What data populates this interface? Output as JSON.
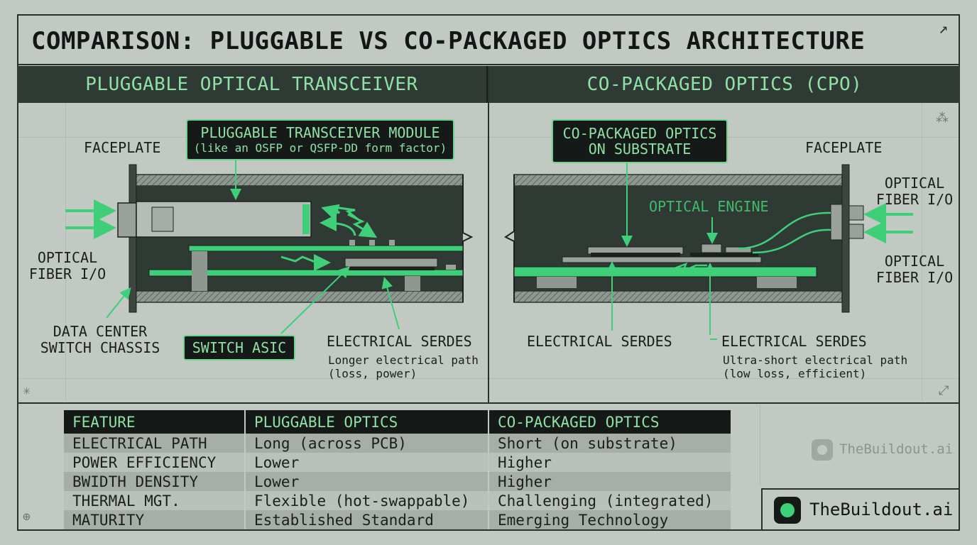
{
  "title": "COMPARISON: PLUGGABLE VS CO-PACKAGED OPTICS ARCHITECTURE",
  "left_panel": {
    "header": "PLUGGABLE OPTICAL TRANSCEIVER",
    "faceplate": "FACEPLATE",
    "module_callout_line1": "PLUGGABLE TRANSCEIVER MODULE",
    "module_callout_line2": "(like an OSFP or QSFP-DD form factor)",
    "fiber_line1": "OPTICAL",
    "fiber_line2": "FIBER I/O",
    "chassis_line1": "DATA CENTER",
    "chassis_line2": "SWITCH CHASSIS",
    "asic": "SWITCH ASIC",
    "serdes": "ELECTRICAL SERDES",
    "serdes_note_line1": "Longer electrical path",
    "serdes_note_line2": "(loss, power)"
  },
  "right_panel": {
    "header": "CO-PACKAGED OPTICS (CPO)",
    "cpo_callout_line1": "CO-PACKAGED OPTICS",
    "cpo_callout_line2": "ON SUBSTRATE",
    "faceplate": "FACEPLATE",
    "engine": "OPTICAL ENGINE",
    "fiber_top_line1": "OPTICAL",
    "fiber_top_line2": "FIBER I/O",
    "fiber_bottom_line1": "OPTICAL",
    "fiber_bottom_line2": "FIBER I/O",
    "serdes_left": "ELECTRICAL SERDES",
    "serdes_right": "ELECTRICAL SERDES",
    "serdes_note_line1": "Ultra-short electrical path",
    "serdes_note_line2": "(low loss, efficient)"
  },
  "table": {
    "headers": [
      "FEATURE",
      "PLUGGABLE OPTICS",
      "CO-PACKAGED OPTICS"
    ],
    "rows": [
      [
        "ELECTRICAL PATH",
        "Long (across PCB)",
        "Short (on substrate)"
      ],
      [
        "POWER EFFICIENCY",
        "Lower",
        "Higher"
      ],
      [
        "BWIDTH DENSITY",
        "Lower",
        "Higher"
      ],
      [
        "THERMAL MGT.",
        "Flexible (hot-swappable)",
        "Challenging (integrated)"
      ],
      [
        "MATURITY",
        "Established Standard",
        "Emerging Technology"
      ]
    ]
  },
  "watermark": "TheBuildout.ai",
  "brand": "TheBuildout.ai",
  "colors": {
    "background": "#c2c9c2",
    "header_bg": "#2f3a35",
    "accent_green": "#3ecf78",
    "header_text": "#8fe0a5",
    "callout_bg": "#151917"
  },
  "icons": [
    "expand-arrow-icon",
    "resize-icon",
    "network-icon",
    "globe-icon",
    "sparkle-icon"
  ]
}
